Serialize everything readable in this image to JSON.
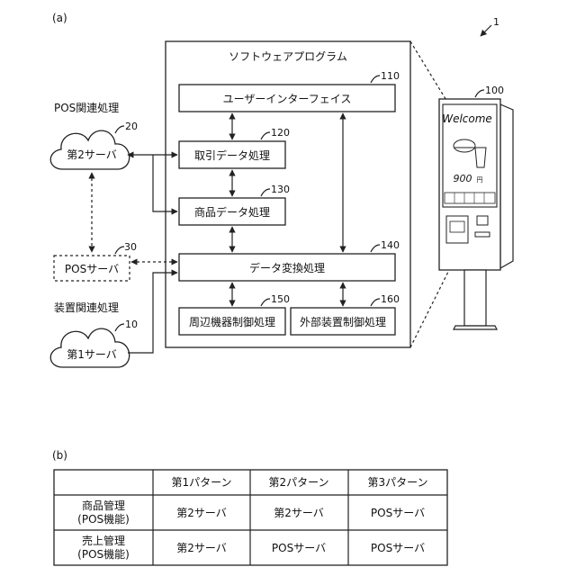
{
  "part_a": {
    "label": "(a)",
    "system_ref": "1",
    "software_program": "ソフトウェアプログラム",
    "user_interface": {
      "label": "ユーザーインターフェイス",
      "ref": "110"
    },
    "transaction": {
      "label": "取引データ処理",
      "ref": "120"
    },
    "product": {
      "label": "商品データ処理",
      "ref": "130"
    },
    "conversion": {
      "label": "データ変換処理",
      "ref": "140"
    },
    "peripheral": {
      "label": "周辺機器制御処理",
      "ref": "150"
    },
    "external": {
      "label": "外部装置制御処理",
      "ref": "160"
    },
    "pos_group": "POS関連処理",
    "server2": {
      "label": "第2サーバ",
      "ref": "20"
    },
    "pos_server": {
      "label": "POSサーバ",
      "ref": "30"
    },
    "device_group": "装置関連処理",
    "server1": {
      "label": "第1サーバ",
      "ref": "10"
    },
    "kiosk": {
      "ref": "100",
      "welcome": "Welcome",
      "price": "900",
      "price_unit": "円"
    }
  },
  "part_b": {
    "label": "(b)",
    "headers": [
      "",
      "第1パターン",
      "第2パターン",
      "第3パターン"
    ],
    "rows": [
      {
        "label1": "商品管理",
        "label2": "(POS機能)",
        "cells": [
          "第2サーバ",
          "第2サーバ",
          "POSサーバ"
        ]
      },
      {
        "label1": "売上管理",
        "label2": "(POS機能)",
        "cells": [
          "第2サーバ",
          "POSサーバ",
          "POSサーバ"
        ]
      }
    ]
  }
}
